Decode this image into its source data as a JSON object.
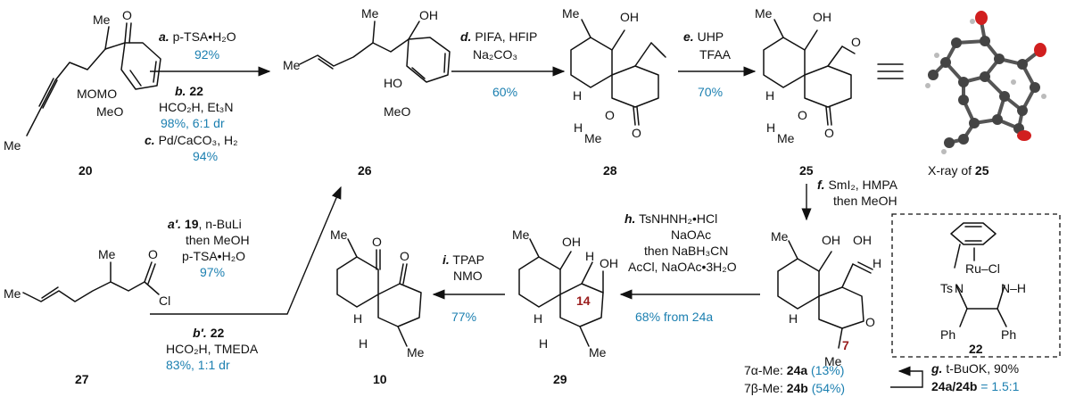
{
  "compounds": {
    "c20": "20",
    "c26": "26",
    "c28": "28",
    "c25": "25",
    "xray_prefix": "X-ray of ",
    "xray_num": "25",
    "c27": "27",
    "c10": "10",
    "c29": "29",
    "c22": "22"
  },
  "atoms": {
    "me": "Me",
    "mom": "MOMO",
    "meo": "MeO",
    "oh": "OH",
    "ho": "HO",
    "h": "H",
    "o": "O",
    "cl": "Cl",
    "ts": "Ts",
    "n": "N",
    "nh": "N–H",
    "ru": "Ru",
    "rucl": "Ru–Cl",
    "ph": "Ph",
    "c14": "14",
    "c7": "7"
  },
  "steps": {
    "a_label": "a.",
    "a_reagent": " p-TSA•H₂O",
    "a_yield": "92%",
    "b_label": "b.",
    "b_num": " 22",
    "b_reagent": "HCO₂H, Et₃N",
    "b_yield": "98%, 6:1 dr",
    "c_label": "c.",
    "c_reagent": " Pd/CaCO₃, H₂",
    "c_yield": "94%",
    "d_label": "d.",
    "d_reagent1": " PIFA, HFIP",
    "d_reagent2": "Na₂CO₃",
    "d_yield": "60%",
    "e_label": "e.",
    "e_reagent1": " UHP",
    "e_reagent2": "TFAA",
    "e_yield": "70%",
    "f_label": "f.",
    "f_reagent1": " SmI₂, HMPA",
    "f_reagent2": "then MeOH",
    "g_label": "g.",
    "g_reagent": " t-BuOK, 90%",
    "g_ratio_label": "24a/24b",
    "g_ratio_value": " = 1.5:1",
    "h_label": "h.",
    "h_r1": " TsNHNH₂•HCl",
    "h_r2": "NaOAc",
    "h_r3": "then NaBH₃CN",
    "h_r4": "AcCl, NaOAc•3H₂O",
    "h_yield": "68% from 24a",
    "i_label": "i.",
    "i_r1": " TPAP",
    "i_r2": "NMO",
    "i_yield": "77%",
    "a2_label": "a′.",
    "a2_num": " 19",
    "a2_r1": ", n-BuLi",
    "a2_r2": "then MeOH",
    "a2_r3": "p-TSA•H₂O",
    "a2_yield": "97%",
    "b2_label": "b′.",
    "b2_num": " 22",
    "b2_r1": "HCO₂H, TMEDA",
    "b2_yield": "83%, 1:1 dr"
  },
  "products_24": {
    "alpha_label": "7α-Me: ",
    "alpha_num": "24a",
    "alpha_yield": " (13%)",
    "beta_label": "7β-Me: ",
    "beta_num": "24b",
    "beta_yield": " (54%)"
  },
  "colors": {
    "text": "#111111",
    "yield_blue": "#1b7fb0",
    "locant_red": "#9a1c1c",
    "oxygen_red": "#d11f1f"
  }
}
